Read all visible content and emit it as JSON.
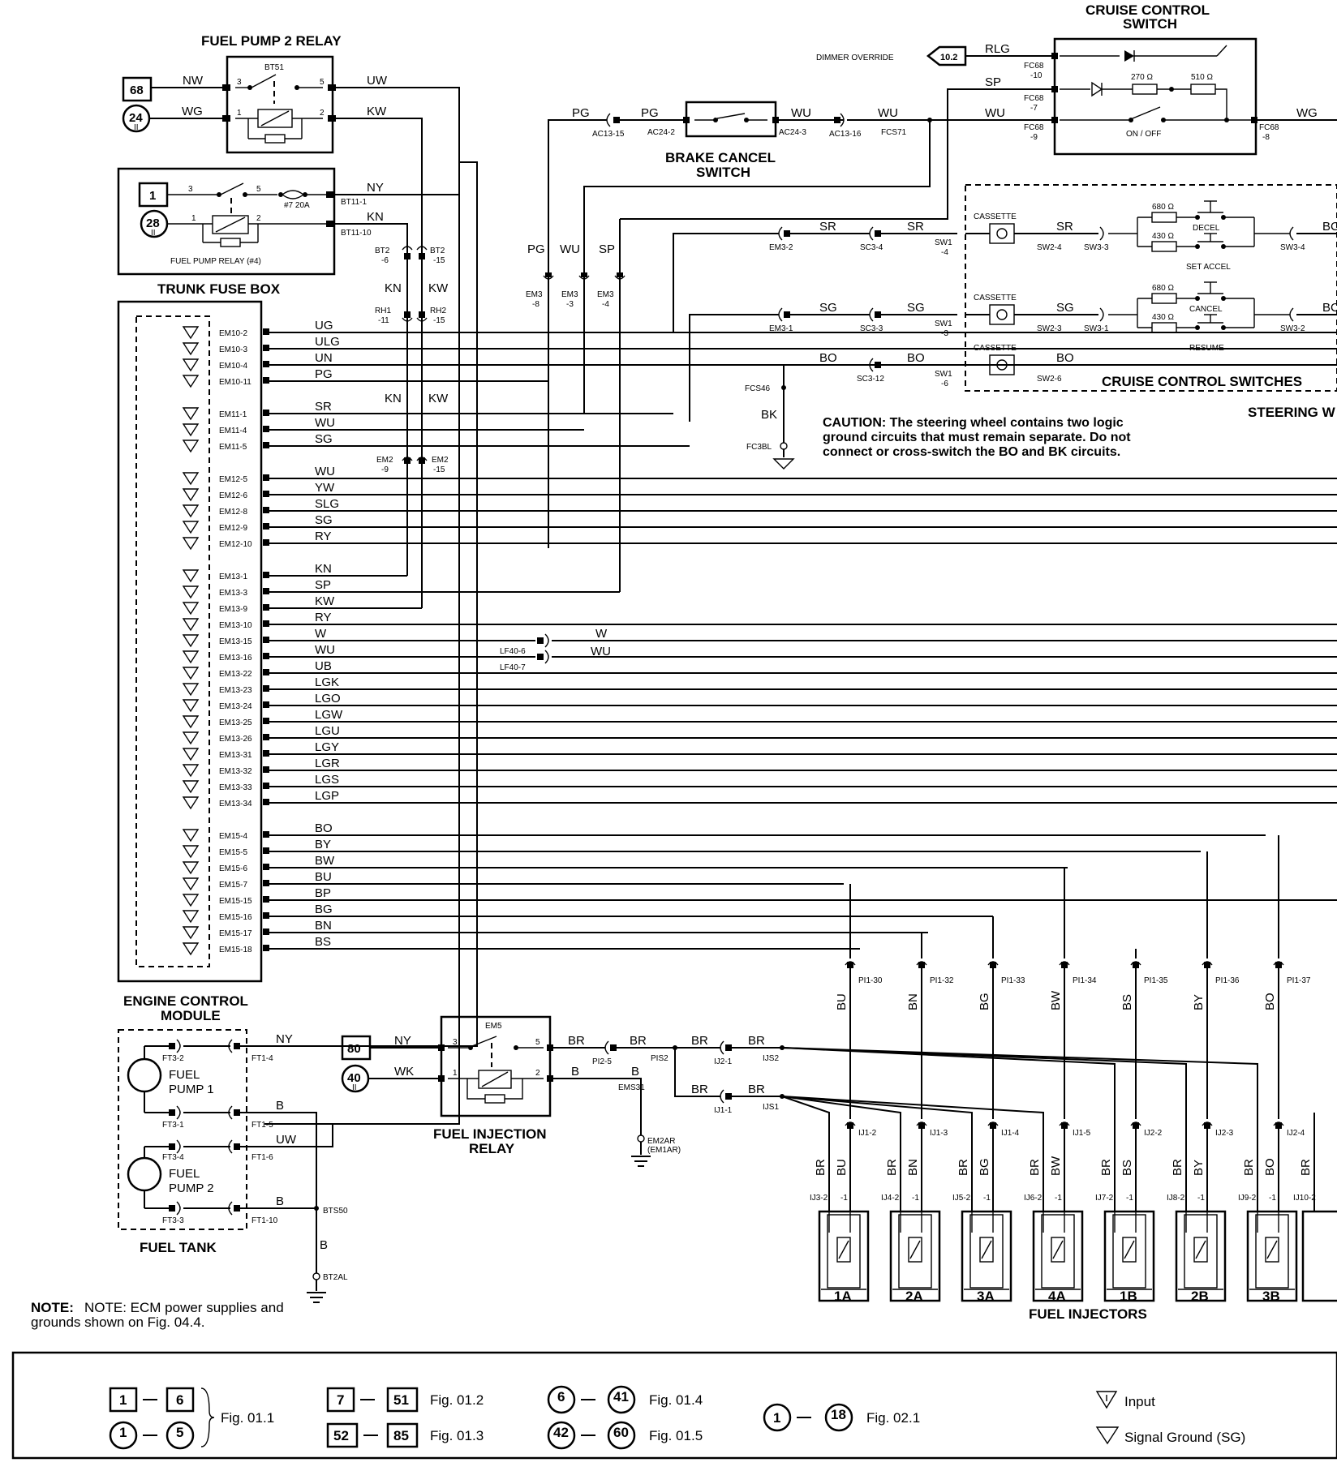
{
  "titles": {
    "fuel_pump_2_relay": "FUEL PUMP 2 RELAY",
    "trunk_fuse_box": "TRUNK FUSE BOX",
    "fuel_pump_relay": "FUEL PUMP RELAY (#4)",
    "engine_control_module": "ENGINE CONTROL",
    "engine_control_module_2": "MODULE",
    "cruise_control_switch": "CRUISE CONTROL",
    "cruise_control_switch_2": "SWITCH",
    "brake_cancel_switch": "BRAKE CANCEL",
    "brake_cancel_switch_2": "SWITCH",
    "cruise_control_switches": "CRUISE CONTROL SWITCHES",
    "steering_wheel": "STEERING W",
    "fuel_injection_relay": "FUEL INJECTION",
    "fuel_injection_relay_2": "RELAY",
    "fuel_tank": "FUEL TANK",
    "fuel_injectors": "FUEL INJECTORS",
    "fuel_pump_1": "FUEL\nPUMP 1",
    "fuel_pump_2": "FUEL\nPUMP 2"
  },
  "caution": {
    "line1": "CAUTION:  The steering wheel contains two logic",
    "line2": "ground circuits that must remain separate.  Do not",
    "line3": "connect or cross-switch the BO and BK circuits."
  },
  "note": {
    "line1": "NOTE:  ECM power supplies and",
    "line2": "grounds shown on Fig. 04.4."
  },
  "relays": {
    "bt51": "BT51",
    "em5": "EM5",
    "fuse": "#7 20A",
    "dimmer": "DIMMER OVERRIDE",
    "dimmer_ref": "10.2",
    "r270": "270 Ω",
    "r510": "510 Ω",
    "on_off": "ON / OFF",
    "cassette": "CASSETTE",
    "decel": "DECEL",
    "set_accel": "SET ACCEL",
    "cancel": "CANCEL",
    "resume": "RESUME",
    "r680": "680 Ω",
    "r430": "430 Ω"
  },
  "refs": {
    "r68": "68",
    "r24": "24",
    "r1": "1",
    "r28": "28",
    "r80": "80",
    "r40": "40",
    "roman2": "II"
  },
  "ecm_pins": [
    {
      "pin": "EM10-2",
      "wire": "UG"
    },
    {
      "pin": "EM10-3",
      "wire": "ULG"
    },
    {
      "pin": "EM10-4",
      "wire": "UN"
    },
    {
      "pin": "EM10-11",
      "wire": "PG"
    },
    {
      "pin": "EM11-1",
      "wire": "SR"
    },
    {
      "pin": "EM11-4",
      "wire": "WU"
    },
    {
      "pin": "EM11-5",
      "wire": "SG"
    },
    {
      "pin": "EM12-5",
      "wire": "WU"
    },
    {
      "pin": "EM12-6",
      "wire": "YW"
    },
    {
      "pin": "EM12-8",
      "wire": "SLG"
    },
    {
      "pin": "EM12-9",
      "wire": "SG"
    },
    {
      "pin": "EM12-10",
      "wire": "RY"
    },
    {
      "pin": "EM13-1",
      "wire": "KN"
    },
    {
      "pin": "EM13-3",
      "wire": "SP"
    },
    {
      "pin": "EM13-9",
      "wire": "KW"
    },
    {
      "pin": "EM13-10",
      "wire": "RY"
    },
    {
      "pin": "EM13-15",
      "wire": "W"
    },
    {
      "pin": "EM13-16",
      "wire": "WU"
    },
    {
      "pin": "EM13-22",
      "wire": "UB"
    },
    {
      "pin": "EM13-23",
      "wire": "LGK"
    },
    {
      "pin": "EM13-24",
      "wire": "LGO"
    },
    {
      "pin": "EM13-25",
      "wire": "LGW"
    },
    {
      "pin": "EM13-26",
      "wire": "LGU"
    },
    {
      "pin": "EM13-31",
      "wire": "LGY"
    },
    {
      "pin": "EM13-32",
      "wire": "LGR"
    },
    {
      "pin": "EM13-33",
      "wire": "LGS"
    },
    {
      "pin": "EM13-34",
      "wire": "LGP"
    },
    {
      "pin": "EM15-4",
      "wire": "BO"
    },
    {
      "pin": "EM15-5",
      "wire": "BY"
    },
    {
      "pin": "EM15-6",
      "wire": "BW"
    },
    {
      "pin": "EM15-7",
      "wire": "BU"
    },
    {
      "pin": "EM15-15",
      "wire": "BP"
    },
    {
      "pin": "EM15-16",
      "wire": "BG"
    },
    {
      "pin": "EM15-17",
      "wire": "BN"
    },
    {
      "pin": "EM15-18",
      "wire": "BS"
    }
  ],
  "wires": {
    "nw": "NW",
    "wg": "WG",
    "uw": "UW",
    "kw": "KW",
    "ny": "NY",
    "kn": "KN",
    "pg": "PG",
    "wu": "WU",
    "sp": "SP",
    "sr": "SR",
    "sg": "SG",
    "bo": "BO",
    "bk": "BK",
    "rlg": "RLG",
    "br": "BR",
    "b": "B",
    "wk": "WK",
    "w": "W",
    "bu": "BU",
    "bn": "BN",
    "bg": "BG",
    "bw": "BW",
    "bs": "BS",
    "by": "BY",
    "bc": "BC"
  },
  "connectors": {
    "bt2_6": "BT2\n-6",
    "bt2_15": "BT2\n-15",
    "rh1_11": "RH1\n-11",
    "rh2_15": "RH2\n-15",
    "em2_9": "EM2\n-9",
    "em2_15": "EM2\n-15",
    "bt11_1": "BT11-1",
    "bt11_10": "BT11-10",
    "em3_8": "EM3\n-8",
    "em3_3": "EM3\n-3",
    "em3_4": "EM3\n-4",
    "ac13_15": "AC13-15",
    "ac24_2": "AC24-2",
    "ac24_3": "AC24-3",
    "ac13_16": "AC13-16",
    "fcs71": "FCS71",
    "fc68_10": "FC68\n-10",
    "fc68_7": "FC68\n-7",
    "fc68_9": "FC68\n-9",
    "fc68_8": "FC68\n-8",
    "em3_2": "EM3-2",
    "sc3_4": "SC3-4",
    "sw1_4": "SW1\n-4",
    "sw2_4": "SW2-4",
    "sw3_3": "SW3-3",
    "sw3_4": "SW3-4",
    "em3_1": "EM3-1",
    "sc3_3": "SC3-3",
    "sw1_3": "SW1\n-3",
    "sw2_3": "SW2-3",
    "sw3_1": "SW3-1",
    "sw3_2": "SW3-2",
    "sc3_12": "SC3-12",
    "sw1_6": "SW1\n-6",
    "sw2_6": "SW2-6",
    "fcs46": "FCS46",
    "fc3bl": "FC3BL",
    "lf40_6": "LF40-6",
    "lf40_7": "LF40-7",
    "ft3_2": "FT3-2",
    "ft3_1": "FT3-1",
    "ft3_4": "FT3-4",
    "ft3_3": "FT3-3",
    "ft1_4": "FT1-4",
    "ft1_5": "FT1-5",
    "ft1_6": "FT1-6",
    "ft1_10": "FT1-10",
    "bts50": "BTS50",
    "bt2al": "BT2AL",
    "pi2_5": "PI2-5",
    "pis2": "PIS2",
    "ij2_1": "IJ2-1",
    "ijs2": "IJS2",
    "ij1_1": "IJ1-1",
    "ijs1": "IJS1",
    "ems31": "EMS31",
    "em2ar": "EM2AR\n(EM1AR)"
  },
  "injectors": [
    {
      "label": "1A",
      "pi": "PI1-30",
      "wire": "BU",
      "ij": "IJ1-2",
      "conn": "IJ3-2"
    },
    {
      "label": "2A",
      "pi": "PI1-32",
      "wire": "BN",
      "ij": "IJ1-3",
      "conn": "IJ4-2"
    },
    {
      "label": "3A",
      "pi": "PI1-33",
      "wire": "BG",
      "ij": "IJ1-4",
      "conn": "IJ5-2"
    },
    {
      "label": "4A",
      "pi": "PI1-34",
      "wire": "BW",
      "ij": "IJ1-5",
      "conn": "IJ6-2"
    },
    {
      "label": "1B",
      "pi": "PI1-35",
      "wire": "BS",
      "ij": "IJ2-2",
      "conn": "IJ7-2"
    },
    {
      "label": "2B",
      "pi": "PI1-36",
      "wire": "BY",
      "ij": "IJ2-3",
      "conn": "IJ8-2"
    },
    {
      "label": "3B",
      "pi": "PI1-37",
      "wire": "BO",
      "ij": "IJ2-4",
      "conn": "IJ9-2"
    }
  ],
  "injector_extra": {
    "conn": "IJ10-2",
    "pin": "-1"
  },
  "legend": {
    "a1": "1",
    "a2": "6",
    "a3": "1",
    "a4": "5",
    "a_fig": "Fig. 01.1",
    "b1": "7",
    "b2": "51",
    "b_fig": "Fig. 01.2",
    "c1": "52",
    "c2": "85",
    "c_fig": "Fig. 01.3",
    "d1": "6",
    "d2": "41",
    "d_fig": "Fig. 01.4",
    "e1": "42",
    "e2": "60",
    "e_fig": "Fig. 01.5",
    "f1": "1",
    "f2": "18",
    "f_fig": "Fig. 02.1",
    "input": "Input",
    "signal_ground": "Signal Ground (SG)"
  }
}
